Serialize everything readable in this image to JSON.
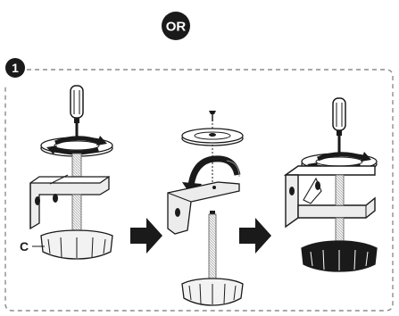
{
  "or_badge": {
    "text": "OR",
    "color": "#1a1a1a"
  },
  "step": {
    "number": "1",
    "color": "#1a1a1a",
    "frame_color": "#8c8c8c",
    "frame_style": "dashed"
  },
  "callouts": [
    {
      "text": "C"
    }
  ],
  "panels": [
    {
      "name": "clamp-with-knob-unassembled",
      "icon": "clamp-icon"
    },
    {
      "name": "clamp-screwing-plate",
      "icon": "rotate-clamp-icon"
    },
    {
      "name": "clamp-assembled",
      "icon": "clamp-assembled-icon"
    }
  ],
  "arrows": [
    {
      "icon": "arrow-right-icon"
    },
    {
      "icon": "arrow-right-icon"
    }
  ],
  "colors": {
    "ink": "#1a1a1a",
    "gray_fill": "#d4d4d4",
    "light_fill": "#ececec"
  }
}
